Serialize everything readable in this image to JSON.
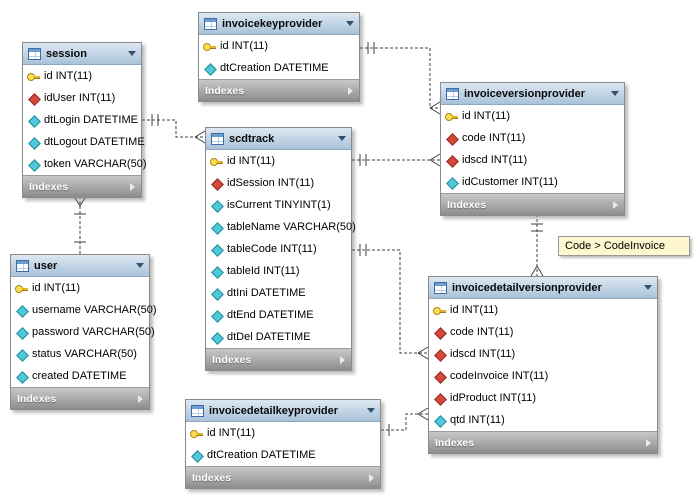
{
  "diagram": {
    "tables": [
      {
        "name": "session",
        "footer_label": "Indexes",
        "columns": [
          {
            "icon": "key",
            "text": "id INT(11)"
          },
          {
            "icon": "fk",
            "text": "idUser INT(11)"
          },
          {
            "icon": "col",
            "text": "dtLogin DATETIME"
          },
          {
            "icon": "col",
            "text": "dtLogout DATETIME"
          },
          {
            "icon": "col",
            "text": "token VARCHAR(50)"
          }
        ]
      },
      {
        "name": "invoicekeyprovider",
        "footer_label": "Indexes",
        "columns": [
          {
            "icon": "key",
            "text": "id INT(11)"
          },
          {
            "icon": "col",
            "text": "dtCreation DATETIME"
          }
        ]
      },
      {
        "name": "invoiceversionprovider",
        "footer_label": "Indexes",
        "columns": [
          {
            "icon": "key",
            "text": "id INT(11)"
          },
          {
            "icon": "fk",
            "text": "code INT(11)"
          },
          {
            "icon": "fk",
            "text": "idscd INT(11)"
          },
          {
            "icon": "col",
            "text": "idCustomer INT(11)"
          }
        ]
      },
      {
        "name": "scdtrack",
        "footer_label": "Indexes",
        "columns": [
          {
            "icon": "key",
            "text": "id INT(11)"
          },
          {
            "icon": "fk",
            "text": "idSession INT(11)"
          },
          {
            "icon": "col",
            "text": "isCurrent TINYINT(1)"
          },
          {
            "icon": "col",
            "text": "tableName VARCHAR(50)"
          },
          {
            "icon": "col",
            "text": "tableCode INT(11)"
          },
          {
            "icon": "col",
            "text": "tableId INT(11)"
          },
          {
            "icon": "col",
            "text": "dtIni DATETIME"
          },
          {
            "icon": "col",
            "text": "dtEnd DATETIME"
          },
          {
            "icon": "col",
            "text": "dtDel DATETIME"
          }
        ]
      },
      {
        "name": "user",
        "footer_label": "Indexes",
        "columns": [
          {
            "icon": "key",
            "text": "id INT(11)"
          },
          {
            "icon": "col",
            "text": "username VARCHAR(50)"
          },
          {
            "icon": "col",
            "text": "password VARCHAR(50)"
          },
          {
            "icon": "col",
            "text": "status VARCHAR(50)"
          },
          {
            "icon": "col",
            "text": "created DATETIME"
          }
        ]
      },
      {
        "name": "invoicedetailversionprovider",
        "footer_label": "Indexes",
        "columns": [
          {
            "icon": "key",
            "text": "id INT(11)"
          },
          {
            "icon": "fk",
            "text": "code INT(11)"
          },
          {
            "icon": "fk",
            "text": "idscd INT(11)"
          },
          {
            "icon": "fk",
            "text": "codeInvoice INT(11)"
          },
          {
            "icon": "fk",
            "text": "idProduct INT(11)"
          },
          {
            "icon": "col",
            "text": "qtd INT(11)"
          }
        ]
      },
      {
        "name": "invoicedetailkeyprovider",
        "footer_label": "Indexes",
        "columns": [
          {
            "icon": "key",
            "text": "id INT(11)"
          },
          {
            "icon": "col",
            "text": "dtCreation DATETIME"
          }
        ]
      }
    ],
    "note": {
      "text": "Code > CodeInvoice"
    },
    "colors": {
      "header_top": "#dde8f2",
      "header_bottom": "#a9c2d9",
      "footer_top": "#c8c8c8",
      "footer_bottom": "#8d8d8d",
      "note_bg": "#fdf6cf",
      "pk_icon": "#ffdf4d",
      "fk_icon": "#d5493c",
      "col_icon": "#4fc9d9",
      "line": "#3f3f3f"
    }
  }
}
